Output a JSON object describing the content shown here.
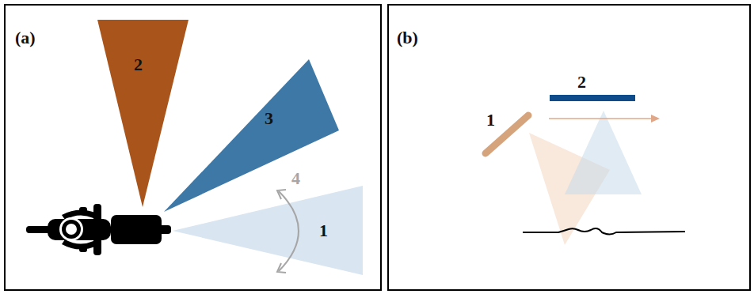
{
  "diagram": {
    "nodes": [
      {
        "text": [
          "(a)"
        ]
      },
      {
        "text": [
          "2"
        ],
        "in": 0
      },
      {
        "text": [
          "3"
        ],
        "in": 0
      },
      {
        "text": [
          "(b)"
        ]
      }
    ],
    "labels": [
      "4",
      "1",
      "1",
      "2"
    ]
  }
}
